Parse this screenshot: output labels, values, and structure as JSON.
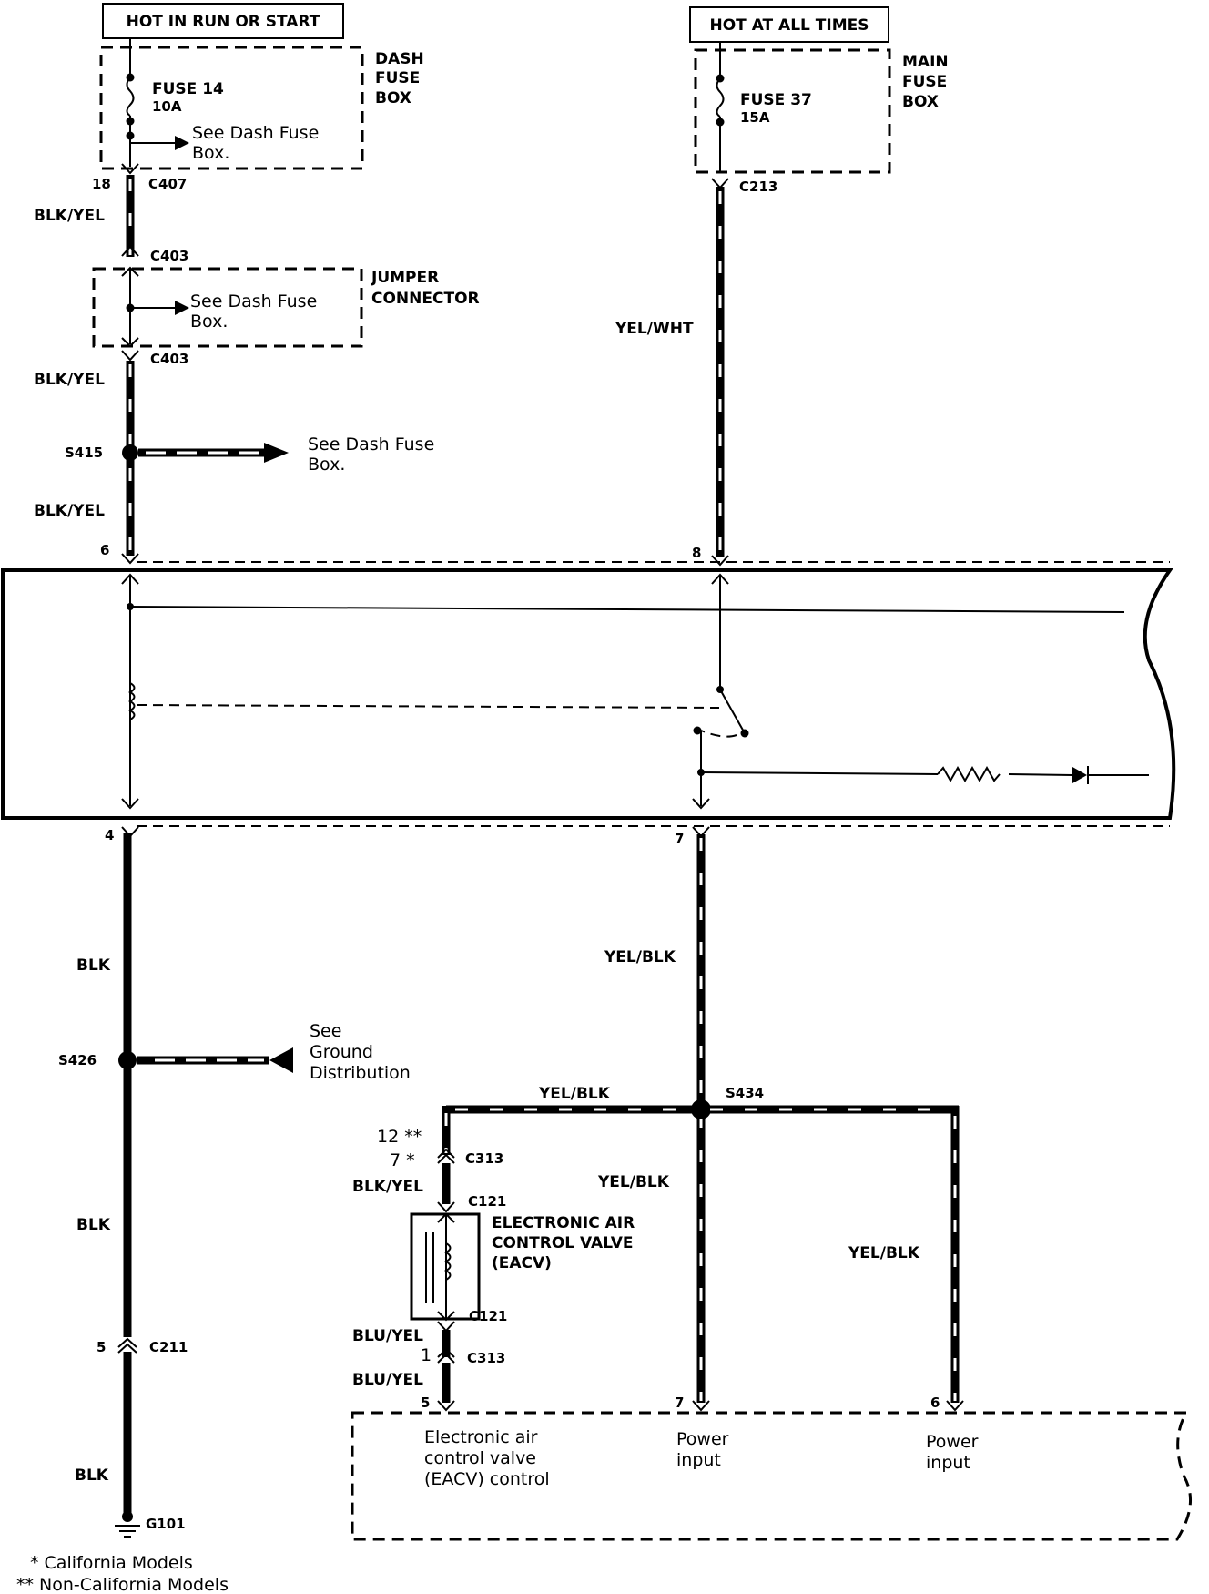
{
  "power": {
    "hot_run_start": "HOT IN RUN OR START",
    "hot_all_times": "HOT AT ALL TIMES"
  },
  "dash_fuse_box": {
    "label_line1": "DASH",
    "label_line2": "FUSE",
    "label_line3": "BOX",
    "fuse_name": "FUSE 14",
    "fuse_rating": "10A",
    "see_line1": "See Dash Fuse",
    "see_line2": "Box."
  },
  "main_fuse_box": {
    "label_line1": "MAIN",
    "label_line2": "FUSE",
    "label_line3": "BOX",
    "fuse_name": "FUSE 37",
    "fuse_rating": "15A"
  },
  "jumper": {
    "label_line1": "JUMPER",
    "label_line2": "CONNECTOR",
    "see_line1": "See Dash Fuse",
    "see_line2": "Box."
  },
  "left_branch": {
    "pin_c407": "18",
    "c407": "C407",
    "wire1": "BLK/YEL",
    "c403_top": "C403",
    "c403_bottom": "C403",
    "wire2": "BLK/YEL",
    "s415": "S415",
    "s415_see_line1": "See Dash Fuse",
    "s415_see_line2": "Box.",
    "wire3": "BLK/YEL",
    "relay_pin_in": "6",
    "relay_pin_out": "4",
    "wire4": "BLK",
    "s426": "S426",
    "ground_see_line1": "See",
    "ground_see_line2": "Ground",
    "ground_see_line3": "Distribution",
    "wire5": "BLK",
    "pin_c211": "5",
    "c211": "C211",
    "wire6": "BLK",
    "ground": "G101"
  },
  "right_branch": {
    "c213": "C213",
    "wire1": "YEL/WHT",
    "relay_pin_in": "8",
    "relay_pin_out": "7",
    "wire2": "YEL/BLK",
    "s434": "S434",
    "wire_left": "YEL/BLK",
    "wire_mid": "YEL/BLK",
    "wire_right": "YEL/BLK"
  },
  "eacv": {
    "pin_c313_noncal": "12 **",
    "pin_c313_cal": "7 *",
    "c313_top": "C313",
    "wire_top": "BLK/YEL",
    "c121_top": "C121",
    "label_line1": "ELECTRONIC AIR",
    "label_line2": "CONTROL VALVE",
    "label_line3": "(EACV)",
    "c121_bottom": "C121",
    "wire_bottom1": "BLU/YEL",
    "pin_c313_bottom": "1",
    "c313_bottom": "C313",
    "wire_bottom2": "BLU/YEL"
  },
  "ecm": {
    "pin_eacv": "5",
    "pin_power1": "7",
    "pin_power2": "6",
    "eacv_line1": "Electronic air",
    "eacv_line2": "control valve",
    "eacv_line3": "(EACV) control",
    "power1_line1": "Power",
    "power1_line2": "input",
    "power2_line1": "Power",
    "power2_line2": "input"
  },
  "footnotes": {
    "note1": "* California Models",
    "note2": "** Non-California Models"
  }
}
